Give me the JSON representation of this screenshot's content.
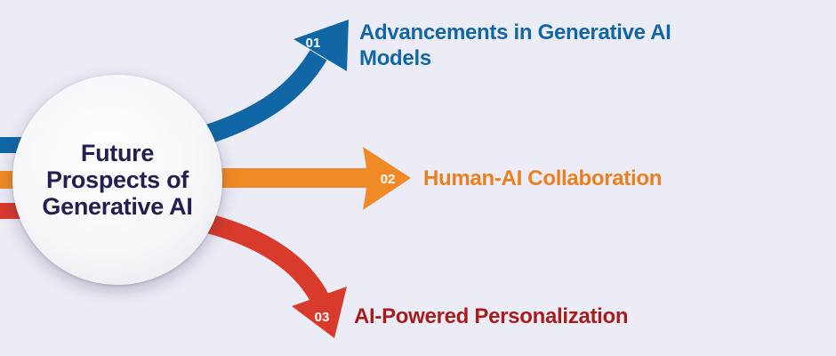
{
  "hub": {
    "title": "Future Prospects of Generative AI"
  },
  "colors": {
    "blue": "#1167a5",
    "orange": "#f08a26",
    "red": "#d83a2c",
    "title": "#21204f",
    "background": "#ececf6"
  },
  "branches": [
    {
      "number": "01",
      "label": "Advancements in Generative AI Models",
      "color": "#1167a5"
    },
    {
      "number": "02",
      "label": "Human-AI Collaboration",
      "color": "#ec7f1d"
    },
    {
      "number": "03",
      "label": "AI-Powered Personalization",
      "color": "#a51d1d"
    }
  ]
}
